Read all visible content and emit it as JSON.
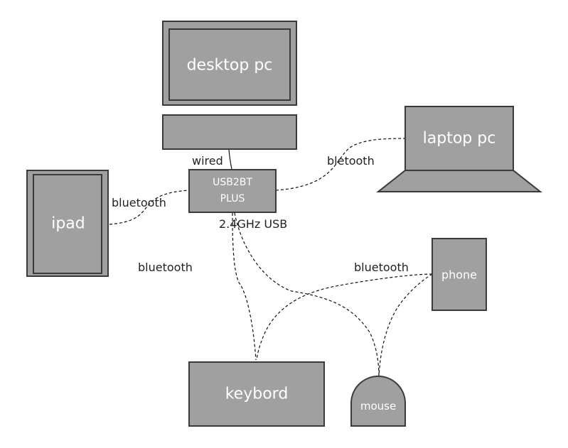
{
  "nodes": {
    "desktop_pc": "desktop pc",
    "laptop_pc": "laptop pc",
    "usb2bt_line1": "USB2BT",
    "usb2bt_line2": "PLUS",
    "ipad": "ipad",
    "phone": "phone",
    "keyboard": "keybord",
    "mouse": "mouse"
  },
  "edge_labels": {
    "wired": "wired",
    "laptop_bt": "bletooth",
    "ipad_bt": "bluetooth",
    "left_bt": "bluetooth",
    "phone_bt": "bluetooth",
    "usb_24ghz": "2.4GHz USB"
  },
  "colors": {
    "node_fill": "#a0a0a0",
    "node_stroke": "#3a3a3a",
    "label_text": "#ffffff",
    "edge_text": "#222222"
  }
}
